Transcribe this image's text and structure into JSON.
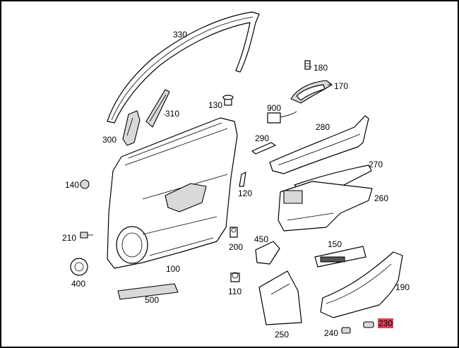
{
  "labels": {
    "p330": "330",
    "p310": "310",
    "p300": "300",
    "p130": "130",
    "p180": "180",
    "p170": "170",
    "p900": "900",
    "p280": "280",
    "p290": "290",
    "p140": "140",
    "p120": "120",
    "p270": "270",
    "p260": "260",
    "p210": "210",
    "p200": "200",
    "p450": "450",
    "p150": "150",
    "p400": "400",
    "p100": "100",
    "p110": "110",
    "p190": "190",
    "p500": "500",
    "p250": "250",
    "p240": "240",
    "p230": "230"
  },
  "colors": {
    "highlight": "#e0415a",
    "line": "#000000",
    "background": "#ffffff"
  }
}
